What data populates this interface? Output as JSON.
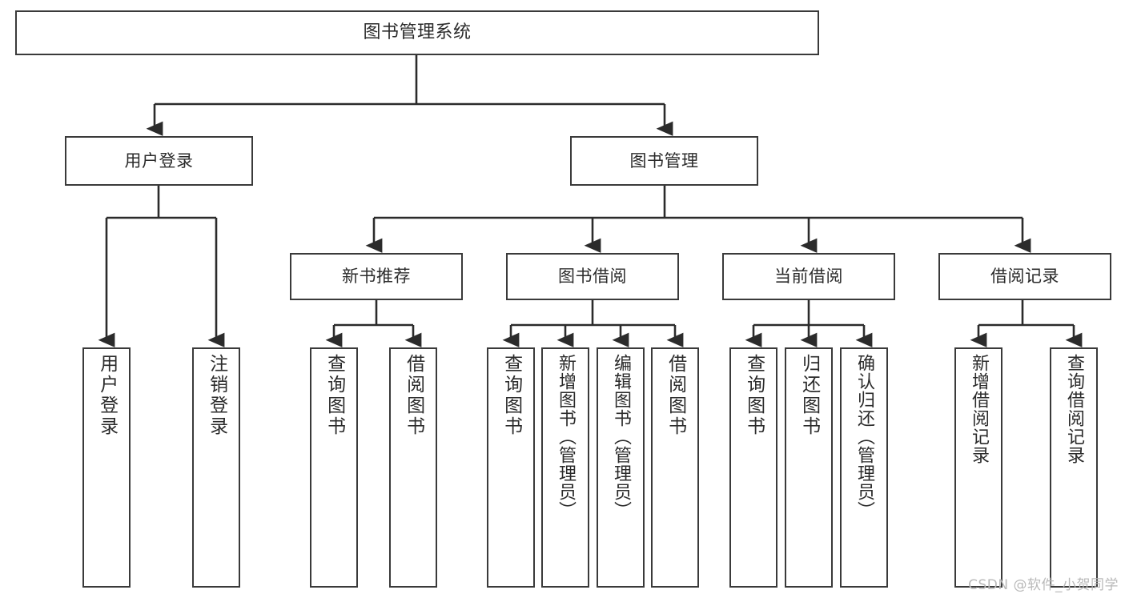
{
  "diagram": {
    "title": "图书管理系统",
    "watermark": "CSDN @软件_小贺同学",
    "colors": {
      "box_border": "#3a3a3a",
      "box_fill": "#ffffff",
      "edge": "#2b2b2b",
      "text": "#2b2b2b",
      "watermark": "#b9b9b9",
      "background": "#ffffff"
    },
    "levels": {
      "root": {
        "label": "图书管理系统"
      },
      "level2": [
        {
          "label": "用户登录"
        },
        {
          "label": "图书管理"
        }
      ],
      "level3": [
        {
          "label": "新书推荐"
        },
        {
          "label": "图书借阅"
        },
        {
          "label": "当前借阅"
        },
        {
          "label": "借阅记录"
        }
      ],
      "leaves": {
        "user_login": [
          {
            "label": "用户登录"
          },
          {
            "label": "注销登录"
          }
        ],
        "new_book_recommend": [
          {
            "label": "查询图书"
          },
          {
            "label": "借阅图书"
          }
        ],
        "book_borrow": [
          {
            "label": "查询图书"
          },
          {
            "label": "新增图书（管理员）"
          },
          {
            "label": "编辑图书（管理员）"
          },
          {
            "label": "借阅图书"
          }
        ],
        "current_borrow": [
          {
            "label": "查询图书"
          },
          {
            "label": "归还图书"
          },
          {
            "label": "确认归还（管理员）"
          }
        ],
        "borrow_record": [
          {
            "label": "新增借阅记录"
          },
          {
            "label": "查询借阅记录"
          }
        ]
      }
    }
  }
}
